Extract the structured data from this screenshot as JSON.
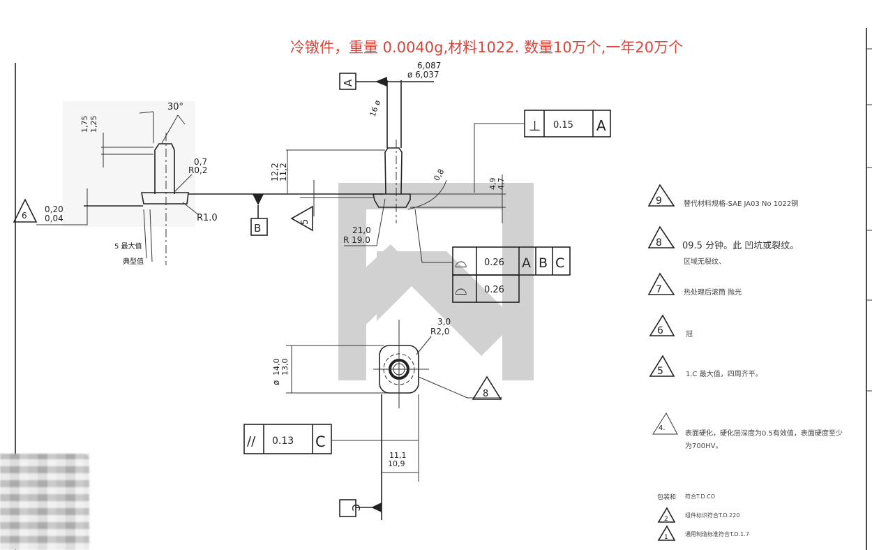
{
  "title": "冷镦件，重量 0.0040g,材料1022. 数量10万个,一年20万个",
  "colors": {
    "title": "#d5453a",
    "watermark": "#9a9a9a"
  },
  "left_view": {
    "angle": "30°",
    "dim_top": [
      "1,75",
      "1,25"
    ],
    "radius_top": [
      "0,7",
      "R0,2"
    ],
    "radius_flange": "R1.0",
    "flange_thk": [
      "0,20",
      "0,04"
    ],
    "note_ref": "6",
    "max_label": "5 最大值",
    "typical_label": "典型值"
  },
  "main_view": {
    "datum_a": "A",
    "datum_b": "B",
    "diameter": [
      "6,087",
      "ø 6,037"
    ],
    "diam_16": "16 ø",
    "height": [
      "12,2",
      "11,2"
    ],
    "note_ref": "5",
    "flange_radius": [
      "21,0",
      "R 19.0"
    ],
    "chamfer": "0,8",
    "flange_height": [
      "4,9",
      "4,7"
    ],
    "perp_fcf": {
      "symbol": "⊥",
      "tol": "0.15",
      "datum": "A"
    },
    "profile_fcf": [
      {
        "symbol": "⌓",
        "tol": "0.26",
        "datums": [
          "A",
          "B",
          "C"
        ]
      },
      {
        "symbol": "⌓",
        "tol": "0.26"
      }
    ]
  },
  "bottom_view": {
    "radius": [
      "3,0",
      "R2,0"
    ],
    "diameter": [
      "14,0",
      "13,0"
    ],
    "note_ref": "8",
    "parallel_fcf": {
      "symbol": "//",
      "tol": "0.13",
      "datum": "C"
    },
    "width": [
      "11,1",
      "10,9"
    ],
    "datum_c": "C"
  },
  "notes": [
    {
      "num": "9",
      "text": "替代材料规格-SAE JA03 No 1022钢"
    },
    {
      "num": "8",
      "text": "09.5 分钟。此     凹坑或裂纹。",
      "text2": "区域无裂纹、"
    },
    {
      "num": "7",
      "text": "热处理后滚筒          抛光"
    },
    {
      "num": "6",
      "text": "冠"
    },
    {
      "num": "5",
      "text": "1.C 最大值，四周齐平。"
    },
    {
      "num": "4.",
      "text": "表面硬化，硬化层深度为0.5有效值，表面硬度至少",
      "text2": "为700HV。"
    },
    {
      "num": "",
      "text": "包装和",
      "text2": "符合T.D.CO"
    },
    {
      "num": "2",
      "text": "组件标识符合T.D.220"
    },
    {
      "num": "1",
      "text": "通用制造标准符合T.D.1.7"
    }
  ]
}
